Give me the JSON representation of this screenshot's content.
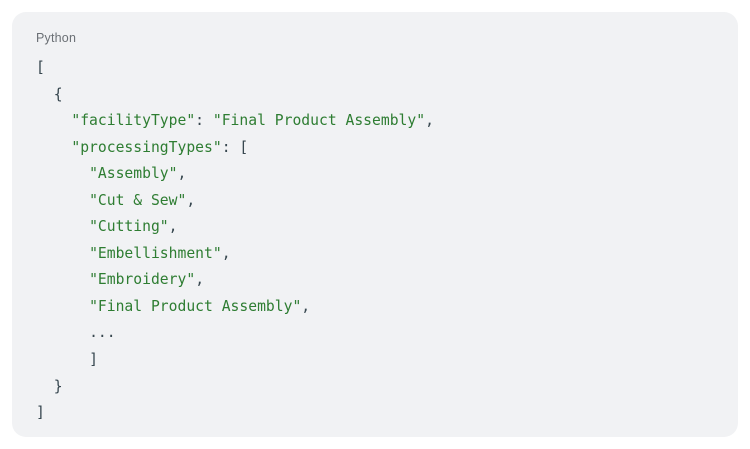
{
  "card": {
    "language_label": "Python",
    "background_color": "#f1f2f4",
    "string_color": "#2e7d32",
    "punctuation_color": "#37474f",
    "label_color": "#6b7075"
  },
  "code": {
    "lines": [
      {
        "indent": "",
        "segments": [
          {
            "type": "punct",
            "text": "["
          }
        ]
      },
      {
        "indent": "  ",
        "segments": [
          {
            "type": "punct",
            "text": "{"
          }
        ]
      },
      {
        "indent": "    ",
        "segments": [
          {
            "type": "str",
            "text": "\"facilityType\""
          },
          {
            "type": "punct",
            "text": ": "
          },
          {
            "type": "str",
            "text": "\"Final Product Assembly\""
          },
          {
            "type": "punct",
            "text": ","
          }
        ]
      },
      {
        "indent": "    ",
        "segments": [
          {
            "type": "str",
            "text": "\"processingTypes\""
          },
          {
            "type": "punct",
            "text": ": "
          },
          {
            "type": "punct",
            "text": "["
          }
        ]
      },
      {
        "indent": "      ",
        "segments": [
          {
            "type": "str",
            "text": "\"Assembly\""
          },
          {
            "type": "punct",
            "text": ","
          }
        ]
      },
      {
        "indent": "      ",
        "segments": [
          {
            "type": "str",
            "text": "\"Cut & Sew\""
          },
          {
            "type": "punct",
            "text": ","
          }
        ]
      },
      {
        "indent": "      ",
        "segments": [
          {
            "type": "str",
            "text": "\"Cutting\""
          },
          {
            "type": "punct",
            "text": ","
          }
        ]
      },
      {
        "indent": "      ",
        "segments": [
          {
            "type": "str",
            "text": "\"Embellishment\""
          },
          {
            "type": "punct",
            "text": ","
          }
        ]
      },
      {
        "indent": "      ",
        "segments": [
          {
            "type": "str",
            "text": "\"Embroidery\""
          },
          {
            "type": "punct",
            "text": ","
          }
        ]
      },
      {
        "indent": "      ",
        "segments": [
          {
            "type": "str",
            "text": "\"Final Product Assembly\""
          },
          {
            "type": "punct",
            "text": ","
          }
        ]
      },
      {
        "indent": "      ",
        "segments": [
          {
            "type": "ellipsis",
            "text": "..."
          }
        ]
      },
      {
        "indent": "      ",
        "segments": [
          {
            "type": "punct",
            "text": "]"
          }
        ]
      },
      {
        "indent": "  ",
        "segments": [
          {
            "type": "punct",
            "text": "}"
          }
        ]
      },
      {
        "indent": "",
        "segments": [
          {
            "type": "punct",
            "text": "]"
          }
        ]
      }
    ]
  }
}
